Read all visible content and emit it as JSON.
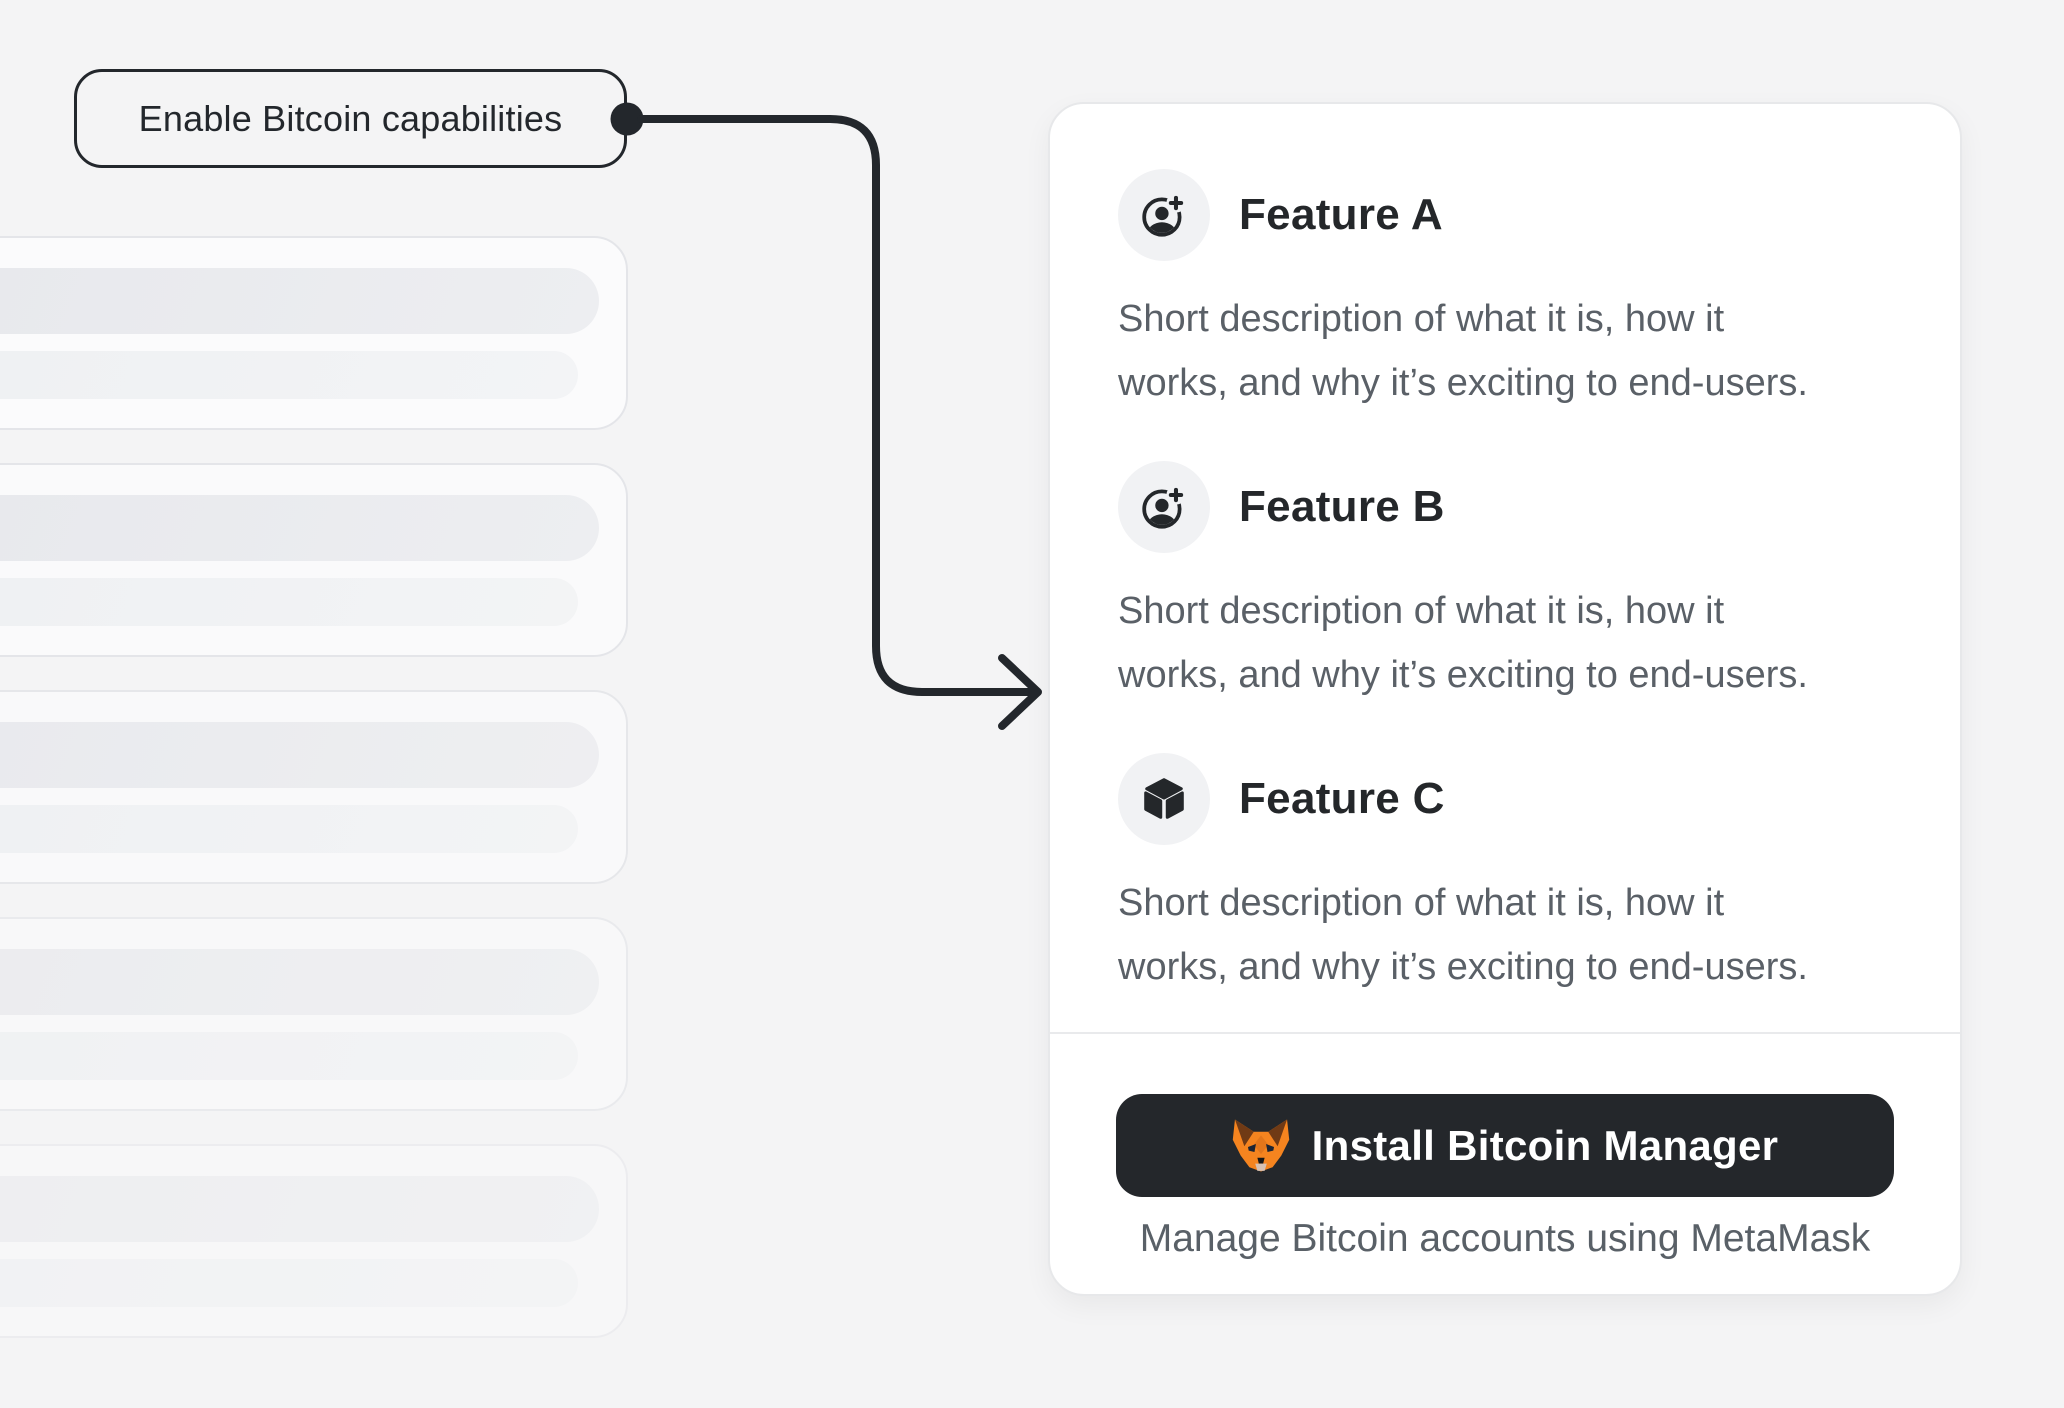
{
  "callout": {
    "label": "Enable Bitcoin capabilities"
  },
  "skeleton": {
    "card_count": 5,
    "bars_per_card": 2
  },
  "features": [
    {
      "icon": "user-add-icon",
      "title": "Feature A",
      "desc_lines": [
        "Short description of what it is, how it",
        "works, and why it’s exciting to end-users."
      ]
    },
    {
      "icon": "user-add-icon",
      "title": "Feature B",
      "desc_lines": [
        "Short description of what it is, how it",
        "works, and why it’s exciting to end-users."
      ]
    },
    {
      "icon": "cube-icon",
      "title": "Feature C",
      "desc_lines": [
        "Short description of what it is, how it",
        "works, and why it’s exciting to end-users."
      ]
    }
  ],
  "cta": {
    "button_label": "Install Bitcoin Manager",
    "button_icon": "metamask-fox-icon",
    "caption": "Manage Bitcoin accounts using MetaMask"
  },
  "colors": {
    "page_background": "#f4f4f5",
    "dark": "#24272a",
    "button_background": "#24272b",
    "description_gray": "#5a6067",
    "card_border": "#e7e8ea",
    "icon_circle_background": "#f1f2f4",
    "metamask_orange": "#F5841F"
  }
}
